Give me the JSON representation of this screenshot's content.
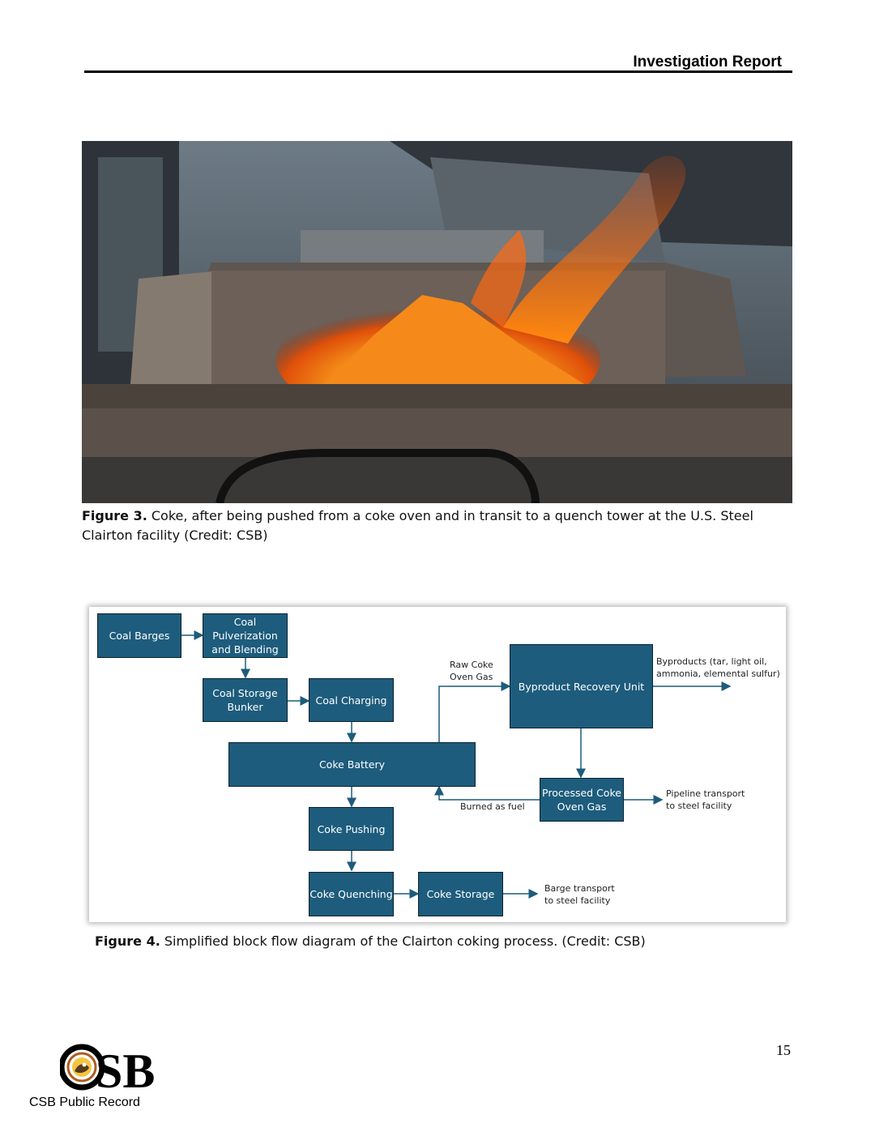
{
  "header": {
    "title": "Investigation Report"
  },
  "figure3": {
    "label": "Figure 3.",
    "caption": " Coke, after being pushed from a coke oven and in transit to a quench tower at the U.S. Steel Clairton facility (Credit: CSB)"
  },
  "figure4": {
    "label": "Figure 4.",
    "caption": " Simplified block flow diagram of the Clairton coking process. (Credit: CSB)",
    "boxes": {
      "coal_barges": "Coal Barges",
      "coal_pulverization": "Coal Pulverization and Blending",
      "coal_storage_bunker": "Coal Storage Bunker",
      "coal_charging": "Coal Charging",
      "coke_battery": "Coke Battery",
      "coke_pushing": "Coke Pushing",
      "coke_quenching": "Coke Quenching",
      "coke_storage": "Coke Storage",
      "byproduct_recovery": "Byproduct Recovery Unit",
      "processed_gas": "Processed Coke Oven Gas"
    },
    "labels": {
      "raw_gas": "Raw Coke Oven Gas",
      "byproducts": "Byproducts (tar, light oil, ammonia, elemental sulfur)",
      "burned_fuel": "Burned as fuel",
      "pipeline": "Pipeline transport to steel facility",
      "barge": "Barge transport to steel facility"
    }
  },
  "footer": {
    "page_number": "15",
    "logo_text": "CSB",
    "public_record": "CSB Public Record"
  },
  "colors": {
    "box_fill": "#1d5c7c",
    "box_border": "#0d2230"
  }
}
